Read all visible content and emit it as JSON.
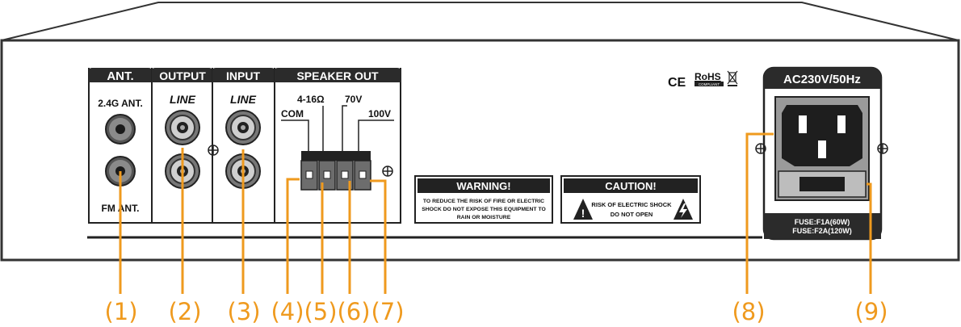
{
  "sections": {
    "ant": {
      "title": "ANT.",
      "top_label": "2.4G ANT.",
      "bottom_label": "FM ANT."
    },
    "output": {
      "title": "OUTPUT",
      "sub": "LINE"
    },
    "input": {
      "title": "INPUT",
      "sub": "LINE"
    },
    "speaker_out": {
      "title": "SPEAKER OUT",
      "terminals": {
        "com": "COM",
        "ohm": "4-16Ω",
        "v70": "70V",
        "v100": "100V"
      }
    },
    "ac": {
      "title": "AC230V/50Hz",
      "fuse1": "FUSE:F1A(60W)",
      "fuse2": "FUSE:F2A(120W)"
    }
  },
  "warning": {
    "title": "WARNING!",
    "line1": "TO REDUCE THE RISK OF FIRE OR ELECTRIC",
    "line2": "SHOCK DO NOT EXPOSE THIS EQUIPMENT TO",
    "line3": "RAIN OR MOISTURE"
  },
  "caution": {
    "title": "CAUTION!",
    "line1": "RISK OF ELECTRIC SHOCK",
    "line2": "DO NOT OPEN"
  },
  "certifications": {
    "ce": "CE",
    "rohs": "RoHS",
    "rohs_sub": "COMPLIANT"
  },
  "callouts": [
    "(1)",
    "(2)",
    "(3)",
    "(4)",
    "(5)",
    "(6)",
    "(7)",
    "(8)",
    "(9)"
  ],
  "colors": {
    "accent": "#ef9a1e",
    "panel": "#333333",
    "header_bg": "#2b2b2b"
  }
}
